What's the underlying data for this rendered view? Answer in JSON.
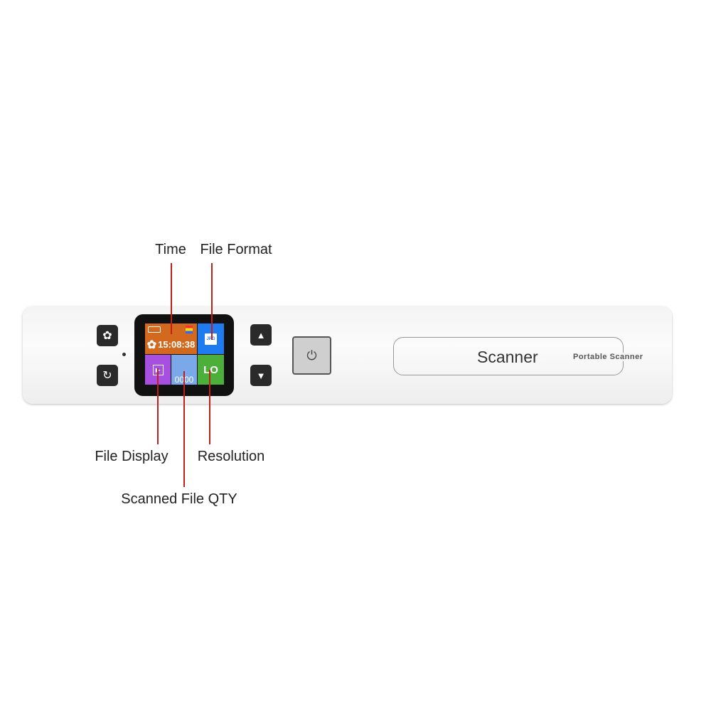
{
  "callouts": {
    "time": "Time",
    "file_format": "File Format",
    "file_display": "File Display",
    "resolution": "Resolution",
    "scanned_qty": "Scanned File QTY"
  },
  "screen": {
    "time": "15:08:38",
    "format": "JPG",
    "resolution": "LO",
    "qty": "0000"
  },
  "device": {
    "brand": "Scanner",
    "subtitle": "Portable Scanner"
  },
  "colors": {
    "callout_line": "#c0201c",
    "tile_time": "#d2691e",
    "tile_format": "#1e7bf0",
    "tile_display": "#a64fe0",
    "tile_qty": "#7aa8e8",
    "tile_res": "#4caf3a"
  }
}
